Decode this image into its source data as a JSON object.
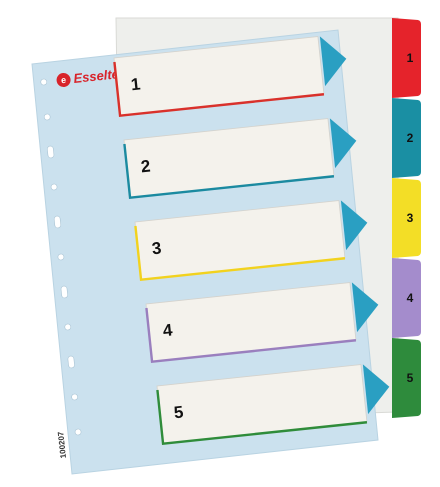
{
  "brand": {
    "name": "Esselte",
    "color": "#d8232a"
  },
  "product_code": "100207",
  "entries": [
    {
      "number": "1",
      "color": "#d9312b"
    },
    {
      "number": "2",
      "color": "#1b8aa0"
    },
    {
      "number": "3",
      "color": "#f2d21e"
    },
    {
      "number": "4",
      "color": "#9a7fbe"
    },
    {
      "number": "5",
      "color": "#2f8c3a"
    }
  ],
  "tabs": [
    {
      "label": "1",
      "color": "#e5232b"
    },
    {
      "label": "2",
      "color": "#1a8fa3"
    },
    {
      "label": "3",
      "color": "#f3de26"
    },
    {
      "label": "4",
      "color": "#a48ccc"
    },
    {
      "label": "5",
      "color": "#2e8b3c"
    }
  ],
  "arrow_color": "#2a9fc2",
  "sheet_color": "#cbe1ee",
  "divider_color": "#eeefec"
}
